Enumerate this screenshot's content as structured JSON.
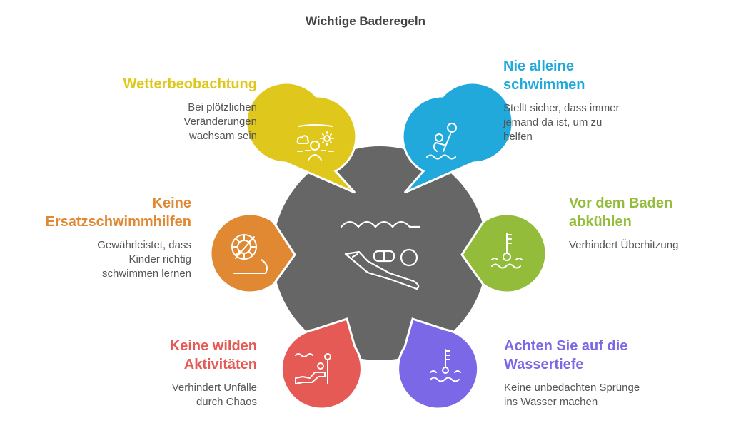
{
  "title": "Wichtige Baderegeln",
  "center": {
    "icon": "diver-swimming-icon",
    "color": "#666666"
  },
  "items": [
    {
      "id": "wetter",
      "title": "Wetterbeobachtung",
      "desc": "Bei plötzlichen Veränderungen wachsam sein",
      "desc_lines": [
        "Bei plötzlichen",
        "Veränderungen",
        "wachsam sein"
      ],
      "color": "#DFC81B",
      "icon": "weather-watch-icon"
    },
    {
      "id": "alleine",
      "title": "Nie alleine schwimmen",
      "title_lines": [
        "Nie alleine",
        "schwimmen"
      ],
      "desc": "Stellt sicher, dass immer jemand da ist, um zu helfen",
      "desc_lines": [
        "Stellt sicher, dass immer",
        "jemand da ist, um zu",
        "helfen"
      ],
      "color": "#22A9DB",
      "icon": "swimmer-waving-icon"
    },
    {
      "id": "ersatz",
      "title": "Keine Ersatzschwimmhilfen",
      "title_lines": [
        "Keine",
        "Ersatzschwimmhilfen"
      ],
      "desc": "Gewährleistet, dass Kinder richtig schwimmen lernen",
      "desc_lines": [
        "Gewährleistet, dass",
        "Kinder richtig",
        "schwimmen lernen"
      ],
      "color": "#E08832",
      "icon": "no-life-ring-icon"
    },
    {
      "id": "abkuehlen",
      "title": "Vor dem Baden abkühlen",
      "title_lines": [
        "Vor dem Baden",
        "abkühlen"
      ],
      "desc": "Verhindert Überhitzung",
      "color": "#93BC3B",
      "icon": "water-thermometer-icon"
    },
    {
      "id": "wild",
      "title": "Keine wilden Aktivitäten",
      "title_lines": [
        "Keine wilden",
        "Aktivitäten"
      ],
      "desc": "Verhindert Unfälle durch Chaos",
      "desc_lines": [
        "Verhindert Unfälle",
        "durch Chaos"
      ],
      "color": "#E65A55",
      "icon": "diving-swimmer-icon"
    },
    {
      "id": "tiefe",
      "title": "Achten Sie auf die Wassertiefe",
      "title_lines": [
        "Achten Sie auf die",
        "Wassertiefe"
      ],
      "desc": "Keine unbedachten Sprünge ins Wasser machen",
      "desc_lines": [
        "Keine unbedachten Sprünge",
        "ins Wasser machen"
      ],
      "color": "#7B68E6",
      "icon": "water-depth-gauge-icon"
    }
  ]
}
